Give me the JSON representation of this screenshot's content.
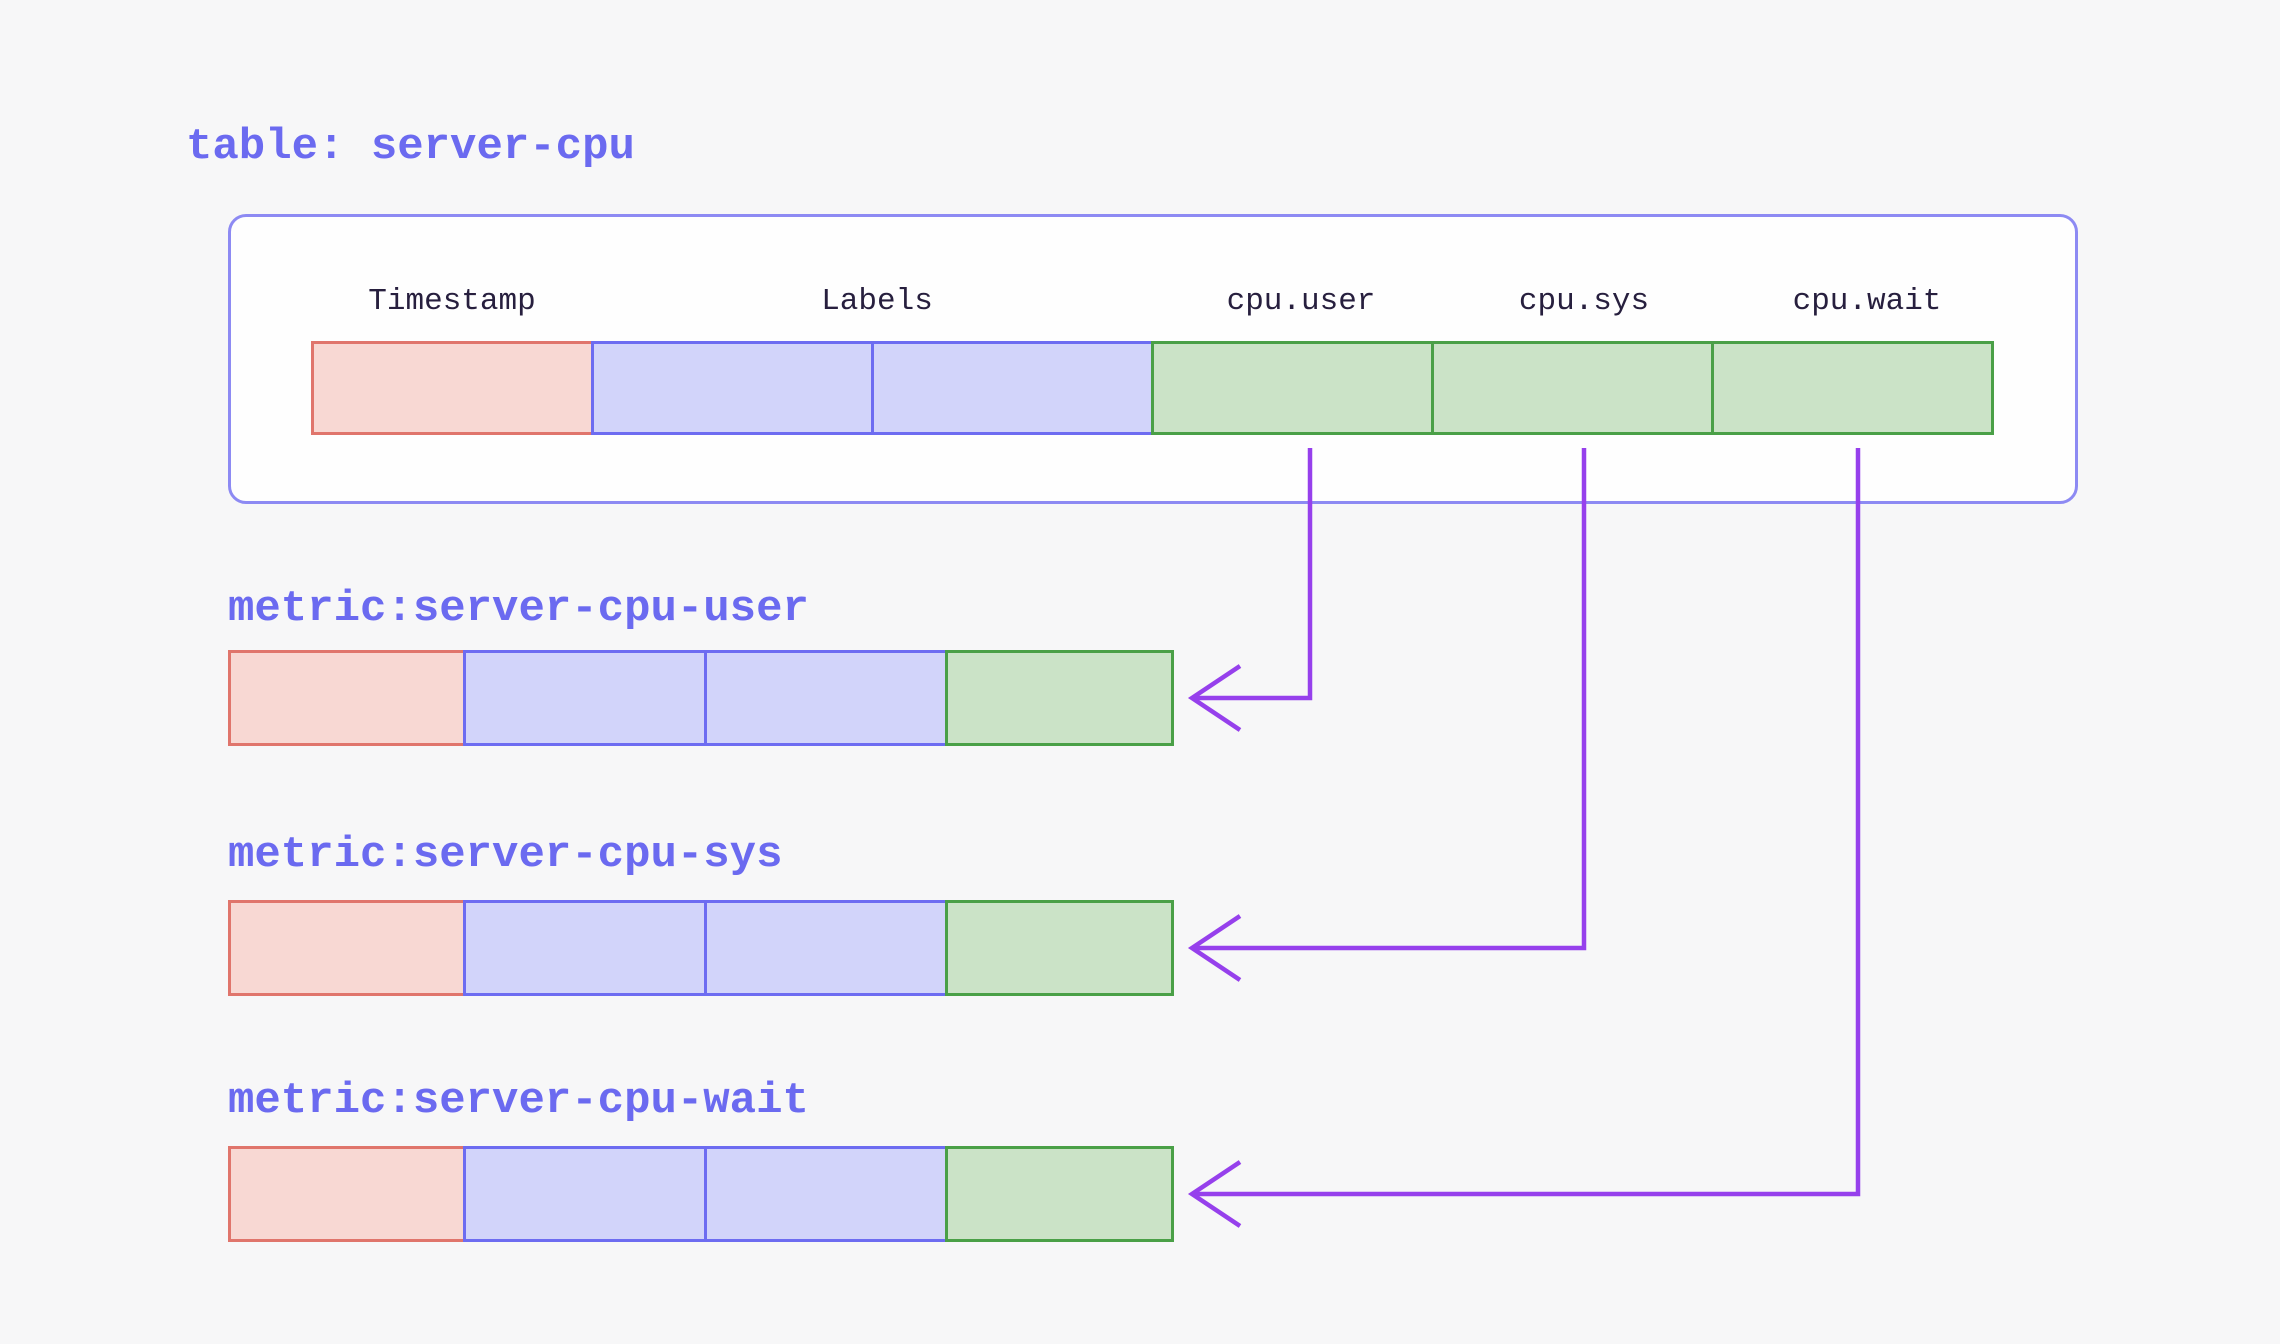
{
  "colors": {
    "background": "#f7f7f8",
    "panel_fill": "#fefefe",
    "panel_border": "#8d8af3",
    "accent_text": "#6b6af0",
    "header_text": "#271f3e",
    "timestamp_fill": "#f8d8d3",
    "timestamp_border": "#e0756c",
    "labels_fill": "#d2d4fa",
    "labels_border": "#6d6cf1",
    "field_fill": "#cbe3c7",
    "field_border": "#4aa047",
    "arrow": "#9640ec"
  },
  "table": {
    "title": "table: server-cpu",
    "columns": [
      {
        "label": "Timestamp",
        "type": "timestamp"
      },
      {
        "label": "Labels",
        "type": "labels"
      },
      {
        "label": "cpu.user",
        "type": "field"
      },
      {
        "label": "cpu.sys",
        "type": "field"
      },
      {
        "label": "cpu.wait",
        "type": "field"
      }
    ]
  },
  "metrics": [
    {
      "label": "metric:server-cpu-user",
      "arrow_from": "cpu.user"
    },
    {
      "label": "metric:server-cpu-sys",
      "arrow_from": "cpu.sys"
    },
    {
      "label": "metric:server-cpu-wait",
      "arrow_from": "cpu.wait"
    }
  ]
}
